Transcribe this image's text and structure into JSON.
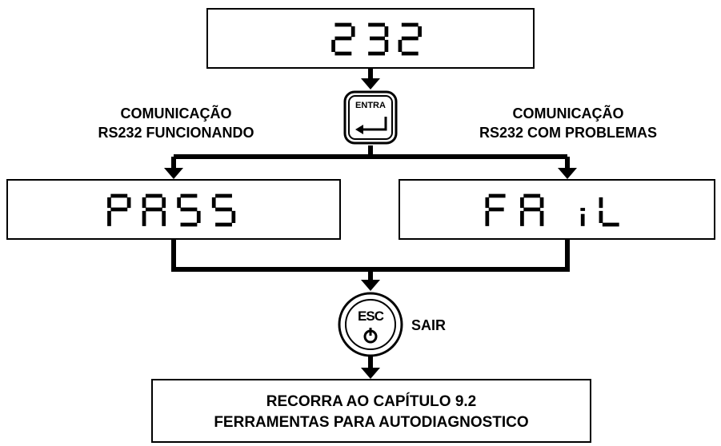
{
  "top_display": {
    "text": "232"
  },
  "enter_key": {
    "label": "ENTRA"
  },
  "left_branch": {
    "line1": "COMUNICAÇÃO",
    "line2": "RS232 FUNCIONANDO",
    "display_text": "PASS"
  },
  "right_branch": {
    "line1": "COMUNICAÇÃO",
    "line2": "RS232 COM PROBLEMAS",
    "display_text": "FA .L"
  },
  "esc_key": {
    "label": "ESC",
    "caption": "SAIR"
  },
  "footer": {
    "line1": "RECORRA AO CAPÍTULO 9.2",
    "line2": "FERRAMENTAS PARA AUTODIAGNOSTICO"
  }
}
